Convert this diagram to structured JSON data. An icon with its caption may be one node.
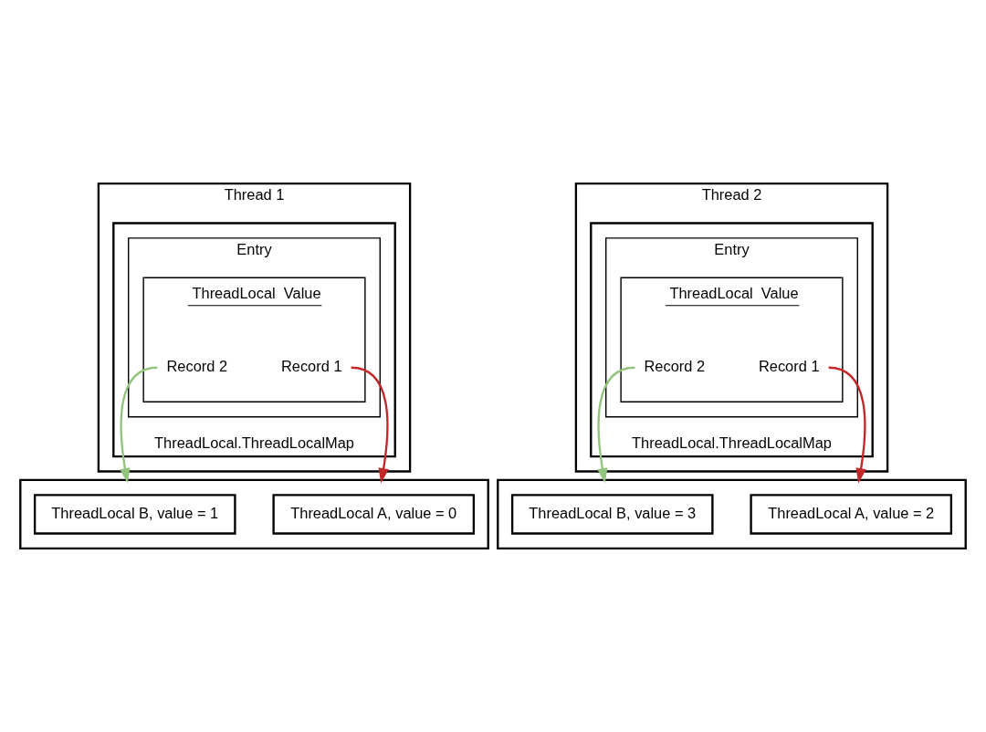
{
  "diagram": {
    "nodes": [
      {
        "text": [
          "Thread 1"
        ]
      },
      {
        "text": [
          "ThreadLocal.ThreadLocalMap"
        ],
        "in": 0
      },
      {
        "text": [
          "Entry"
        ],
        "in": 1
      },
      {
        "text": [
          "ThreadLocal  Value"
        ],
        "in": 2
      },
      {
        "text": [
          "Record 1"
        ],
        "in": 3
      },
      {
        "text": [
          "Record 2"
        ],
        "in": 3
      },
      {
        "text": [],
        "shape": "box"
      },
      {
        "text": [
          "ThreadLocal A, value = 0"
        ],
        "in": 6
      },
      {
        "text": [
          "ThreadLocal B, value = 1"
        ],
        "in": 6
      },
      {
        "text": [
          "Thread 2"
        ]
      },
      {
        "text": [
          "ThreadLocal.ThreadLocalMap"
        ],
        "in": 9
      },
      {
        "text": [
          "Entry"
        ],
        "in": 10
      },
      {
        "text": [
          "ThreadLocal  Value"
        ],
        "in": 11
      },
      {
        "text": [
          "Record 1"
        ],
        "in": 12
      },
      {
        "text": [
          "Record 2"
        ],
        "in": 12
      },
      {
        "text": [],
        "shape": "box"
      },
      {
        "text": [
          "ThreadLocal A, value = 2"
        ],
        "in": 15
      },
      {
        "text": [
          "ThreadLocal B, value = 3"
        ],
        "in": 15
      }
    ],
    "edges": [
      {
        "from": 4,
        "to": 6,
        "arrow": "to",
        "color": "#c0282a"
      },
      {
        "from": 5,
        "to": 6,
        "arrow": "to",
        "color": "#92c47e"
      },
      {
        "from": 13,
        "to": 15,
        "arrow": "to",
        "color": "#c0282a"
      },
      {
        "from": 14,
        "to": 15,
        "arrow": "to",
        "color": "#92c47e"
      }
    ]
  }
}
